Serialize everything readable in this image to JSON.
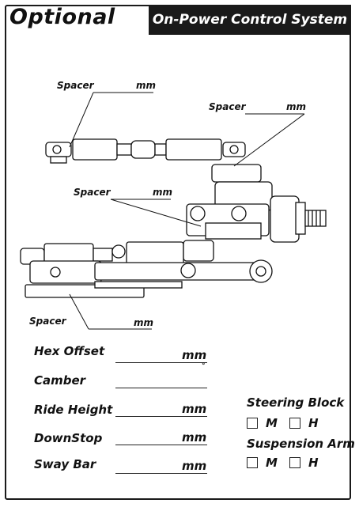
{
  "header": {
    "badge": "Optional",
    "title": "On-Power Control System"
  },
  "spacers": [
    {
      "label": "Spacer",
      "unit": "mm"
    },
    {
      "label": "Spacer",
      "unit": "mm"
    },
    {
      "label": "Spacer",
      "unit": "mm"
    },
    {
      "label": "Spacer",
      "unit": "mm"
    }
  ],
  "settings": [
    {
      "label": "Hex Offset",
      "unit": "mm"
    },
    {
      "label": "Camber",
      "unit": "°"
    },
    {
      "label": "Ride Height",
      "unit": "mm"
    },
    {
      "label": "DownStop",
      "unit": "mm"
    },
    {
      "label": "Sway Bar",
      "unit": "mm"
    }
  ],
  "steering_block": {
    "title": "Steering Block",
    "opt_m": "M",
    "opt_h": "H"
  },
  "suspension_arm": {
    "title": "Suspension Arm",
    "opt_m": "M",
    "opt_h": "H"
  }
}
